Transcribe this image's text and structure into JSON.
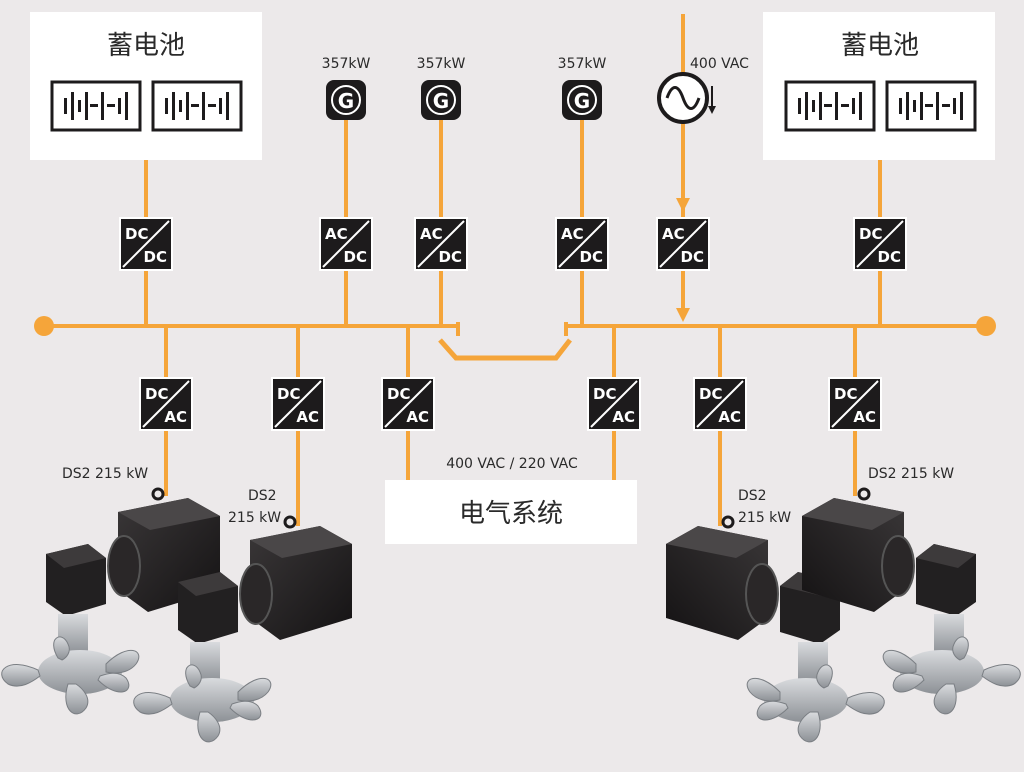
{
  "colors": {
    "background": "#ece9ea",
    "line": "#f5a53a",
    "box_dark": "#1d1b1c",
    "box_text": "#ffffff",
    "panel": "#ffffff",
    "text": "#2a2a2a",
    "propeller": "#b9bcc0"
  },
  "battery_left": {
    "title": "蓄电池",
    "cell_icon": "battery-cell-icon"
  },
  "battery_right": {
    "title": "蓄电池",
    "cell_icon": "battery-cell-icon"
  },
  "generators": [
    {
      "label": "G",
      "power": "357kW"
    },
    {
      "label": "G",
      "power": "357kW"
    },
    {
      "label": "G",
      "power": "357kW"
    }
  ],
  "shore": {
    "label": "400 VAC",
    "icon": "ac-source-icon"
  },
  "converters_top": [
    {
      "top": "DC",
      "bottom": "DC"
    },
    {
      "top": "AC",
      "bottom": "DC"
    },
    {
      "top": "AC",
      "bottom": "DC"
    },
    {
      "top": "AC",
      "bottom": "DC"
    },
    {
      "top": "AC",
      "bottom": "DC"
    },
    {
      "top": "DC",
      "bottom": "DC"
    }
  ],
  "converters_bottom": [
    {
      "top": "DC",
      "bottom": "AC"
    },
    {
      "top": "DC",
      "bottom": "AC"
    },
    {
      "top": "DC",
      "bottom": "AC"
    },
    {
      "top": "DC",
      "bottom": "AC"
    },
    {
      "top": "DC",
      "bottom": "AC"
    },
    {
      "top": "DC",
      "bottom": "AC"
    }
  ],
  "electrical_system": {
    "title": "电气系统",
    "voltage": "400 VAC / 220 VAC"
  },
  "thrusters": [
    {
      "label_line1": "DS2 215 kW",
      "label_line2": ""
    },
    {
      "label_line1": "DS2",
      "label_line2": "215 kW"
    },
    {
      "label_line1": "DS2",
      "label_line2": "215 kW"
    },
    {
      "label_line1": "DS2 215 kW",
      "label_line2": ""
    }
  ]
}
